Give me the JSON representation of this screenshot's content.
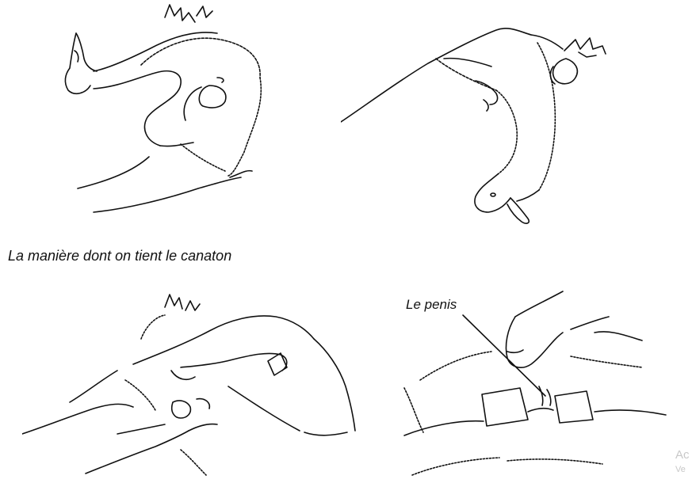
{
  "caption": "La manière dont on tient le canaton",
  "penis_label": "Le penis",
  "watermark": {
    "line1": "Ac",
    "line2": "Ve"
  },
  "figures": [
    {
      "id": "top-left",
      "icon": "hand-holding-duckling-icon"
    },
    {
      "id": "top-right",
      "icon": "hand-holding-duckling-upside-down-icon"
    },
    {
      "id": "bottom-left",
      "icon": "hands-sexing-duckling-icon"
    },
    {
      "id": "bottom-right",
      "icon": "fingers-exposing-penis-icon"
    }
  ]
}
